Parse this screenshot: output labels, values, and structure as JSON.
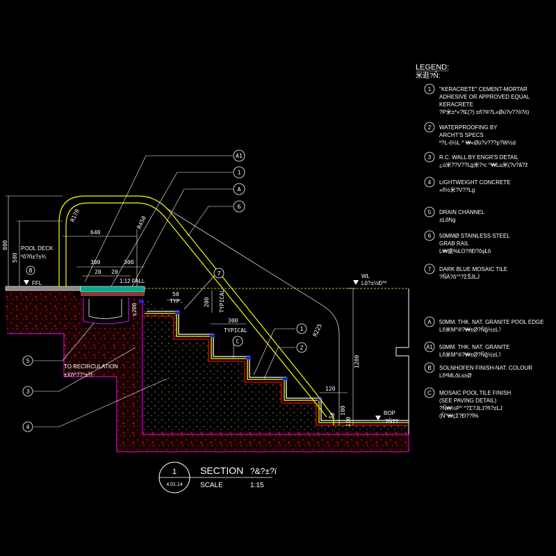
{
  "legend": {
    "title": "LEGEND:",
    "title_cn": "米逛?Ñ:",
    "items": [
      {
        "mark": "1",
        "lines": [
          "\"KERACRETE\" CEMENT-MORTAR",
          "ADHESIVE OR APPROVED EQUAL",
          "KERACRETE",
          "?P米±*«?f£(?) ±ñ?®?L«Øὑ?ν??ò?ò)"
        ]
      },
      {
        "mark": "2",
        "lines": [
          "WATERPROOFING BY",
          "ARCHT'S SPECS",
          "º?L-ô½L ^ ₩«Øὑ?ν???p?W½d"
        ]
      },
      {
        "mark": "3",
        "lines": [
          "R.C. WALL BY ENGR'S DETAIL",
          "¿ú米??V??Lg米?¹c ^₩Lu米(?ν?â?ž"
        ]
      },
      {
        "mark": "4",
        "lines": [
          "LIGHTWEIGHT CONCRETE",
          "»ñ½米?V??Lg"
        ]
      },
      {
        "mark": "5",
        "lines": [
          "DRAIN CHANNEL",
          "±LôNg"
        ]
      },
      {
        "mark": "6",
        "lines": [
          "50MMØ STAINLESS STEEL",
          "GRAB RAIL",
          "L₩盛%ŁO?ñĐ?ôşŁô"
        ]
      },
      {
        "mark": "7",
        "lines": [
          "DARK BLUE MOSAIC TILE",
          "?ÑÀ?ô°°?ΣŠJĿJ"
        ]
      },
      {
        "mark": "A",
        "lines": [
          "50MM. THK. NAT. GRANITE POOL EDGE",
          "Lñ米M°®?₩±Ø?Ñĝ½±L˥"
        ]
      },
      {
        "mark": "A1",
        "lines": [
          "50MM. THK. NAT. GRANITE",
          "Lñ米M°®?₩±Ø?Ñĝ½±L˥"
        ]
      },
      {
        "mark": "B",
        "lines": [
          "SOLNHOFEN FINISH-NAT. COLOUR",
          "LñªMLôLs±Ø"
        ]
      },
      {
        "mark": "C",
        "lines": [
          "MOSAIC POOL TILE FINISH",
          "(SEE PAVING DETAIL)",
          "?Ñ₩½P° °?Σ?JĿJ?ñ?±LJ",
          "(Ñ°₩çΣ?Ð??Ì%"
        ]
      }
    ]
  },
  "labels": {
    "pool_deck": "POOL DECK",
    "pool_deck_cn": "ºô?ñ±?±¾",
    "ffl": "FFL",
    "fall": "1:12 FALL",
    "to_recirc": "TO RECIRCULATION",
    "to_recirc_cn": "±Xñ^??°±?Ì",
    "wl": "WL",
    "wl_cn": "Lô?±½Ð°º",
    "bop": "BOP",
    "bop_cn": "?Ñ??",
    "typ": "TYP.",
    "typical": "TYPICAL",
    "typical2": "TYPICAL"
  },
  "dimensions": {
    "h800": "800",
    "h580": "580",
    "w640": "640",
    "w300a": "300",
    "w300b": "300",
    "w20a": "20",
    "w20b": "20",
    "r170": "R170",
    "r450": "R450",
    "r225": "R225",
    "d50": "50",
    "d200": "200",
    "d200b": "±200",
    "w300c": "300",
    "h1200": "1200",
    "w120": "120",
    "h100": "100",
    "h50": "50",
    "h100b": "100"
  },
  "callouts": [
    "A1",
    "1",
    "A",
    "6",
    "7",
    "C",
    "1",
    "2",
    "5",
    "3",
    "4",
    "B"
  ],
  "title_block": {
    "number": "1",
    "sheet": "4.01.14",
    "title": "SECTION",
    "title_cn": "?&?±?ï",
    "scale_label": "SCALE",
    "scale_value": "1:15"
  },
  "colors": {
    "background": "#000000",
    "concrete_fill": "#3a0000",
    "hatch_red": "#ff0000",
    "outline_magenta": "#ff00ff",
    "rail_yellow": "#ffff00",
    "dim_white": "#ffffff",
    "tile_blue": "#2020ff",
    "water_yellow": "#ffff00"
  }
}
